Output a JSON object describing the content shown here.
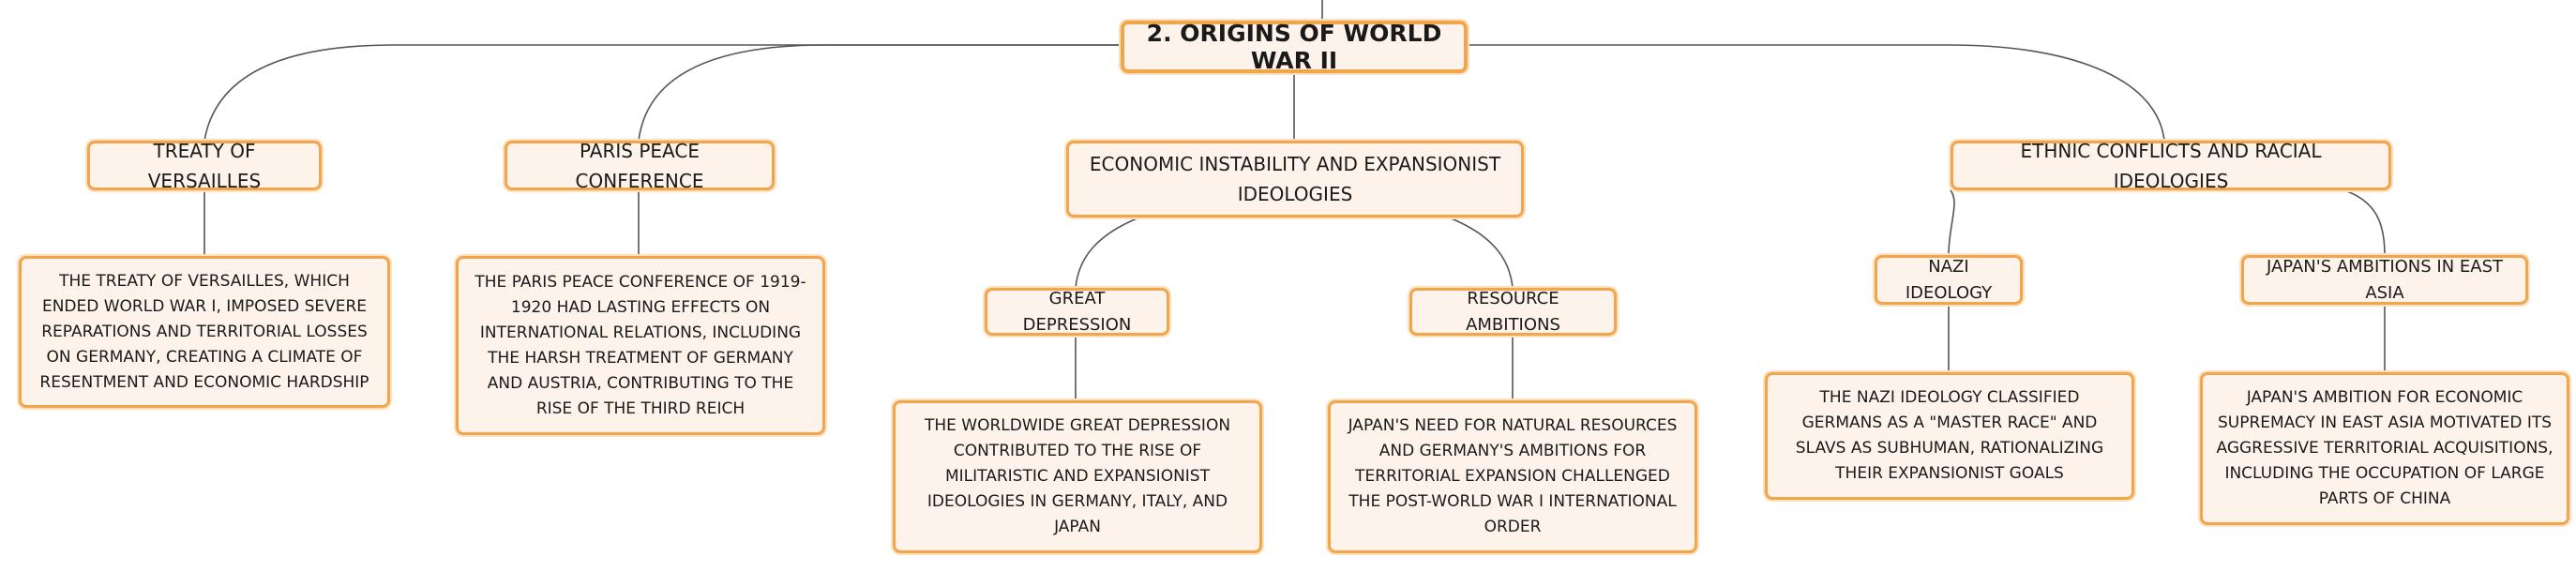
{
  "root": {
    "label": "2. ORIGINS OF WORLD WAR II"
  },
  "topics": {
    "versailles": {
      "label": "TREATY OF VERSAILLES",
      "detail": "THE TREATY OF VERSAILLES, WHICH ENDED WORLD WAR I, IMPOSED SEVERE REPARATIONS AND TERRITORIAL LOSSES ON GERMANY, CREATING A CLIMATE OF RESENTMENT AND ECONOMIC HARDSHIP"
    },
    "paris": {
      "label": "PARIS PEACE CONFERENCE",
      "detail": "THE PARIS PEACE CONFERENCE OF 1919-1920 HAD LASTING EFFECTS ON INTERNATIONAL RELATIONS, INCLUDING THE HARSH TREATMENT OF GERMANY AND AUSTRIA, CONTRIBUTING TO THE RISE OF THE THIRD REICH"
    },
    "economic": {
      "label": "ECONOMIC INSTABILITY AND EXPANSIONIST IDEOLOGIES",
      "depression": {
        "label": "GREAT DEPRESSION",
        "detail": "THE WORLDWIDE GREAT DEPRESSION CONTRIBUTED TO THE RISE OF MILITARISTIC AND EXPANSIONIST IDEOLOGIES IN GERMANY, ITALY, AND JAPAN"
      },
      "resources": {
        "label": "RESOURCE AMBITIONS",
        "detail": "JAPAN'S NEED FOR NATURAL RESOURCES AND GERMANY'S AMBITIONS FOR TERRITORIAL EXPANSION CHALLENGED THE POST-WORLD WAR I INTERNATIONAL ORDER"
      }
    },
    "ethnic": {
      "label": "ETHNIC CONFLICTS AND RACIAL IDEOLOGIES",
      "nazi": {
        "label": "NAZI IDEOLOGY",
        "detail": "THE NAZI IDEOLOGY CLASSIFIED GERMANS AS A \"MASTER RACE\" AND SLAVS AS SUBHUMAN, RATIONALIZING THEIR EXPANSIONIST GOALS"
      },
      "japan": {
        "label": "JAPAN'S AMBITIONS IN EAST ASIA",
        "detail": "JAPAN'S AMBITION FOR ECONOMIC SUPREMACY IN EAST ASIA MOTIVATED ITS AGGRESSIVE TERRITORIAL ACQUISITIONS, INCLUDING THE OCCUPATION OF LARGE PARTS OF CHINA"
      }
    }
  }
}
